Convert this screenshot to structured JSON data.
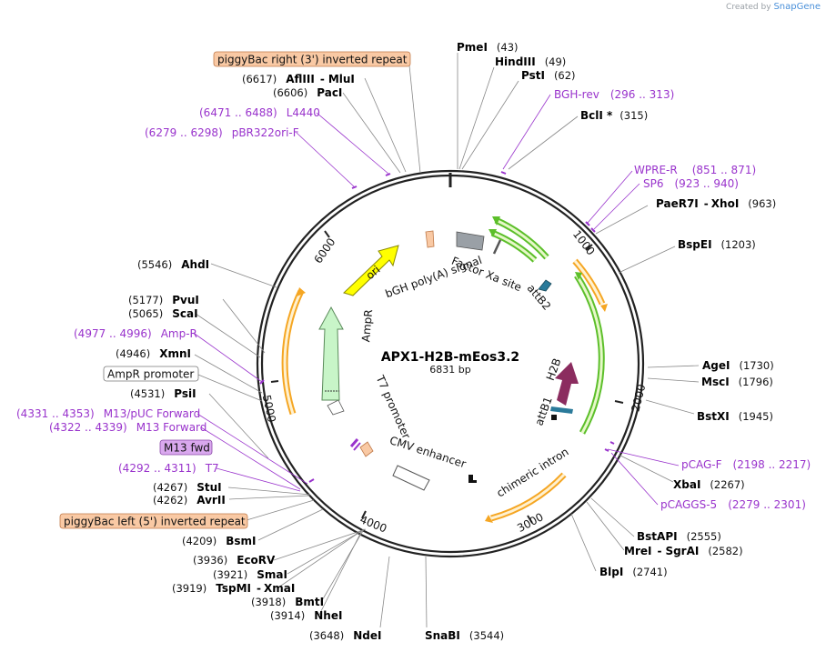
{
  "brand": {
    "prefix": "Created by",
    "name": "SnapGene"
  },
  "plasmid": {
    "name": "APX1-H2B-mEos3.2",
    "size_label": "6831 bp",
    "length": 6831
  },
  "ticks": [
    {
      "bp": 1000,
      "label": "1000"
    },
    {
      "bp": 2000,
      "label": "2000"
    },
    {
      "bp": 3000,
      "label": "3000"
    },
    {
      "bp": 4000,
      "label": "4000"
    },
    {
      "bp": 5000,
      "label": "5000"
    },
    {
      "bp": 6000,
      "label": "6000"
    }
  ],
  "enzymes": [
    {
      "name": "PmeI",
      "pos": "(43)"
    },
    {
      "name": "HindIII",
      "pos": "(49)"
    },
    {
      "name": "PstI",
      "pos": "(62)"
    },
    {
      "name": "BclI *",
      "pos": "(315)"
    },
    {
      "name": "PaeR7I",
      "sep": "-",
      "name2": "XhoI",
      "pos": "(963)"
    },
    {
      "name": "BspEI",
      "pos": "(1203)"
    },
    {
      "name": "AgeI",
      "pos": "(1730)"
    },
    {
      "name": "MscI",
      "pos": "(1796)"
    },
    {
      "name": "BstXI",
      "pos": "(1945)"
    },
    {
      "name": "XbaI",
      "pos": "(2267)"
    },
    {
      "name": "BstAPI",
      "pos": "(2555)"
    },
    {
      "name": "MreI",
      "sep": "-",
      "name2": "SgrAI",
      "pos": "(2582)"
    },
    {
      "name": "BlpI",
      "pos": "(2741)"
    },
    {
      "name": "SnaBI",
      "pos": "(3544)"
    },
    {
      "name": "NdeI",
      "pos": "(3648)"
    },
    {
      "name": "NheI",
      "pos": "(3914)"
    },
    {
      "name": "BmtI",
      "pos": "(3918)"
    },
    {
      "name": "TspMI",
      "sep": "-",
      "name2": "XmaI",
      "pos": "(3919)"
    },
    {
      "name": "SmaI",
      "pos": "(3921)"
    },
    {
      "name": "EcoRV",
      "pos": "(3936)"
    },
    {
      "name": "BsmI",
      "pos": "(4209)"
    },
    {
      "name": "AvrII",
      "pos": "(4262)"
    },
    {
      "name": "StuI",
      "pos": "(4267)"
    },
    {
      "name": "PsiI",
      "pos": "(4531)"
    },
    {
      "name": "XmnI",
      "pos": "(4946)"
    },
    {
      "name": "ScaI",
      "pos": "(5065)"
    },
    {
      "name": "PvuI",
      "pos": "(5177)"
    },
    {
      "name": "AhdI",
      "pos": "(5546)"
    },
    {
      "name": "PacI",
      "pos": "(6606)"
    },
    {
      "name": "AflIII",
      "sep": "-",
      "name2": "MluI",
      "pos": "(6617)"
    }
  ],
  "primers": [
    {
      "name": "BGH-rev",
      "range": "(296 .. 313)"
    },
    {
      "name": "WPRE-R",
      "range": "(851 .. 871)"
    },
    {
      "name": "SP6",
      "range": "(923 .. 940)"
    },
    {
      "name": "pCAG-F",
      "range": "(2198 .. 2217)"
    },
    {
      "name": "pCAGGS-5",
      "range": "(2279 .. 2301)"
    },
    {
      "name": "T7",
      "range": "(4292 .. 4311)"
    },
    {
      "name": "M13 Forward",
      "range": "(4322 .. 4339)"
    },
    {
      "name": "M13/pUC Forward",
      "range": "(4331 .. 4353)"
    },
    {
      "name": "Amp-R",
      "range": "(4977 .. 4996)"
    },
    {
      "name": "L4440",
      "range": "(6471 .. 6488)"
    },
    {
      "name": "pBR322ori-F",
      "range": "(6279 .. 6298)"
    }
  ],
  "boxed_labels": [
    {
      "text": "piggyBac right (3') inverted repeat",
      "color": "#f9c9a4"
    },
    {
      "text": "piggyBac left (5') inverted repeat",
      "color": "#f9c9a4"
    },
    {
      "text": "AmpR promoter",
      "color": "#ffffff"
    },
    {
      "text": "M13 fwd",
      "color": "#d9a8ee"
    }
  ],
  "features": [
    {
      "name": "bGH poly(A) signal",
      "color": "#9aa0a6"
    },
    {
      "name": "Factor Xa site",
      "color": "#555555"
    },
    {
      "name": "attB2",
      "color": "#2a7a9a"
    },
    {
      "name": "H2B",
      "color": "#8b2c5f"
    },
    {
      "name": "attB1",
      "color": "#2a7a9a"
    },
    {
      "name": "chimeric intron",
      "color": "#ffffff"
    },
    {
      "name": "CMV enhancer",
      "color": "#ffffff"
    },
    {
      "name": "T7 promoter",
      "color": "#ffffff"
    },
    {
      "name": "AmpR",
      "color": "#c8f5c8"
    },
    {
      "name": "ori",
      "color": "#ffff00"
    }
  ],
  "colors": {
    "backbone": "#222222",
    "enzyme_line": "#888888",
    "primer": "#9933cc",
    "orf_orange": "#f5a623",
    "orf_green": "#5cbf2a"
  }
}
